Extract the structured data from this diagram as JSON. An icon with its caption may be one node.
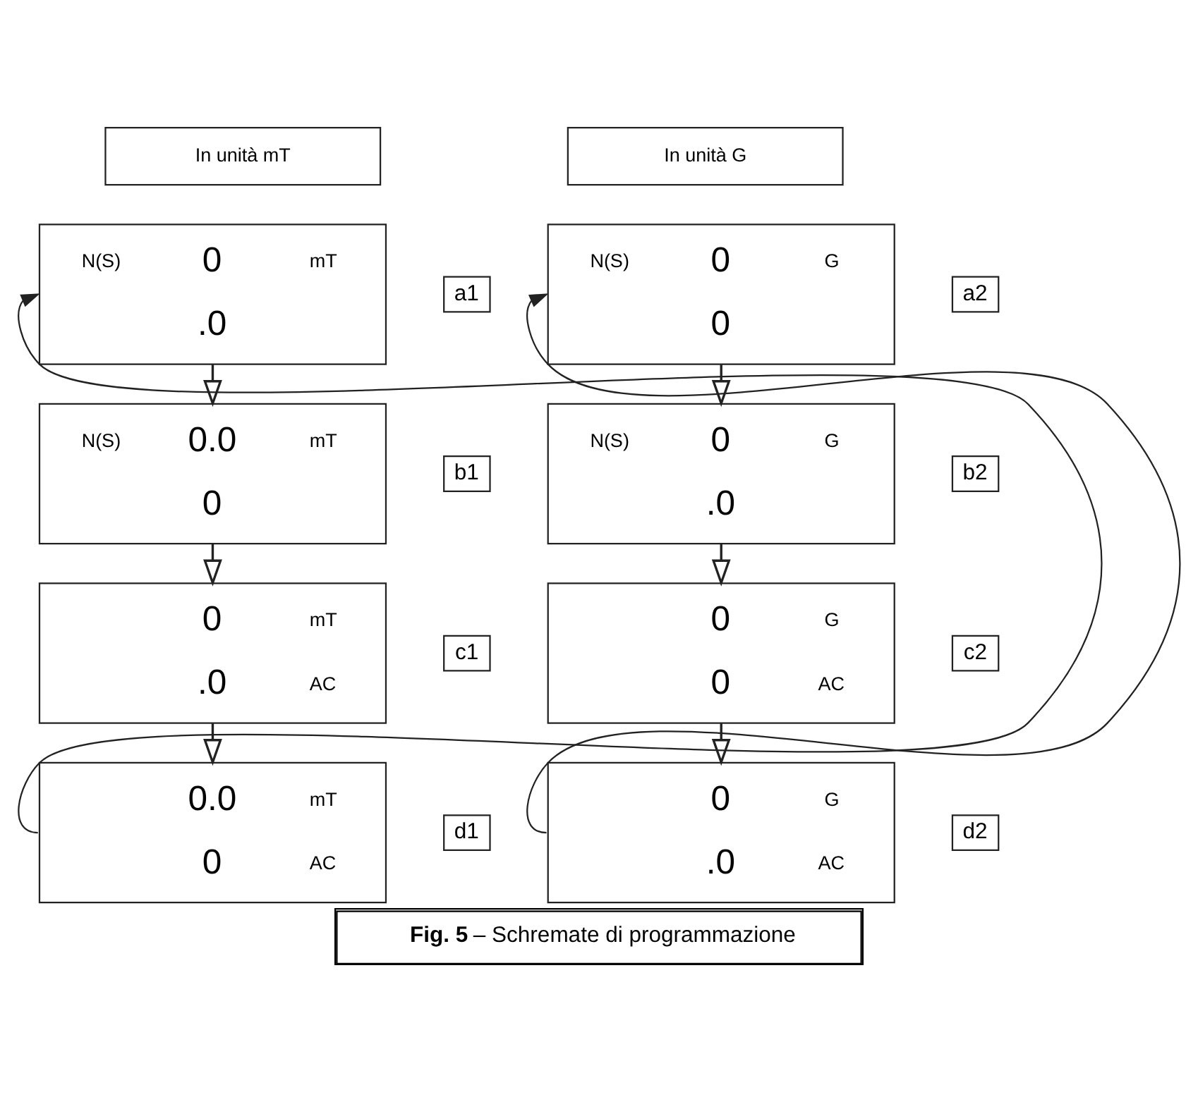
{
  "diagram": {
    "caption": "**Fig. 5** – Schremate di programmazione",
    "nodes": [
      {
        "text": [
          "In unità mT"
        ]
      },
      {
        "text": [
          "In unità G"
        ]
      },
      {
        "text": [
          "N(S)",
          "0",
          "mT",
          ".0"
        ]
      },
      {
        "text": [
          "a1"
        ]
      },
      {
        "text": [
          "N(S)",
          "0",
          "G",
          "0"
        ]
      },
      {
        "text": [
          "a2"
        ]
      },
      {
        "text": [
          "N(S)",
          "0.0",
          "mT",
          "0"
        ]
      },
      {
        "text": [
          "b1"
        ]
      },
      {
        "text": [
          "N(S)",
          "0",
          "G",
          ".0"
        ]
      },
      {
        "text": [
          "b2"
        ]
      },
      {
        "text": [
          "0",
          "mT",
          ".0",
          "AC"
        ]
      },
      {
        "text": [
          "c1"
        ]
      },
      {
        "text": [
          "0",
          "G",
          "0",
          "AC"
        ]
      },
      {
        "text": [
          "c2"
        ]
      },
      {
        "text": [
          "0.0",
          "mT",
          "0",
          "AC"
        ]
      },
      {
        "text": [
          "d1"
        ]
      },
      {
        "text": [
          "0",
          "G",
          ".0",
          "AC"
        ]
      },
      {
        "text": [
          "d2"
        ]
      }
    ],
    "edges": [
      {
        "from": 2,
        "to": 6,
        "arrow": "to"
      },
      {
        "from": 6,
        "to": 10,
        "arrow": "to"
      },
      {
        "from": 10,
        "to": 14,
        "arrow": "to"
      },
      {
        "from": 14,
        "to": 2,
        "arrow": "to"
      },
      {
        "from": 4,
        "to": 8,
        "arrow": "to"
      },
      {
        "from": 8,
        "to": 12,
        "arrow": "to"
      },
      {
        "from": 12,
        "to": 16,
        "arrow": "to"
      },
      {
        "from": 16,
        "to": 4,
        "arrow": "to"
      }
    ]
  }
}
